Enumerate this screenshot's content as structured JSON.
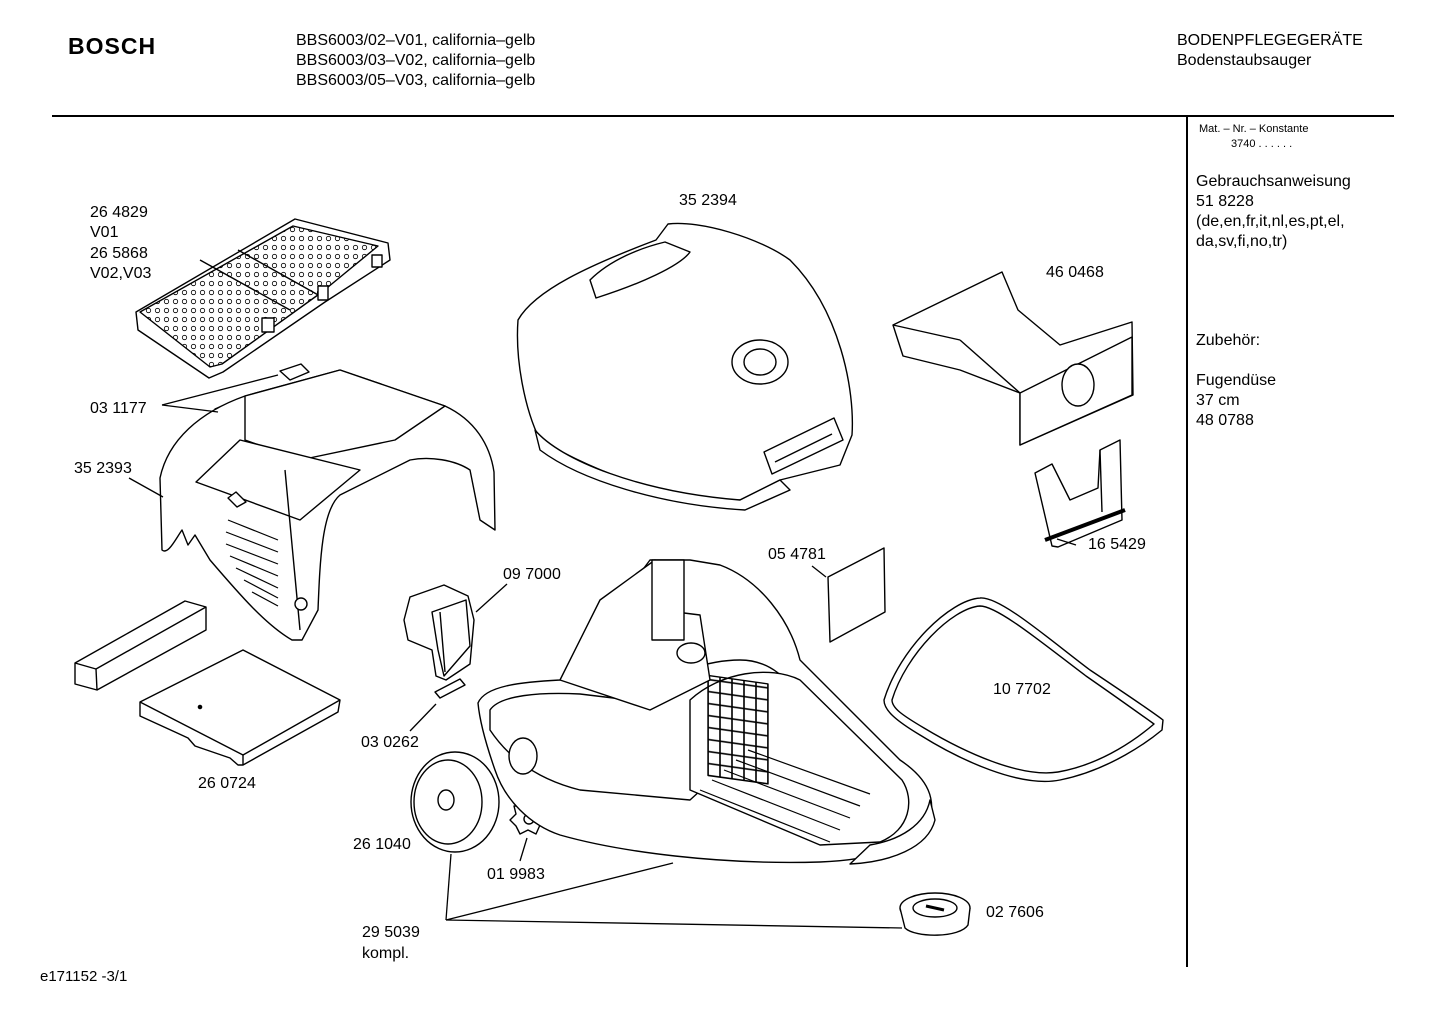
{
  "header": {
    "brand": "BOSCH",
    "models": [
      "BBS6003/02–V01, california–gelb",
      "BBS6003/03–V02, california–gelb",
      "BBS6003/05–V03, california–gelb"
    ],
    "category": "BODENPFLEGEGERÄTE",
    "subcategory": "Bodenstaubsauger"
  },
  "sidebar": {
    "mat_label": "Mat. – Nr. – Konstante",
    "mat_code": "3740  .  .  .  .  .  .",
    "manual": {
      "title": "Gebrauchsanweisung",
      "number": "51 8228",
      "languages_1": "(de,en,fr,it,nl,es,pt,el,",
      "languages_2": "da,sv,fi,no,tr)"
    },
    "accessories": {
      "title": "Zubehör:",
      "item_name": "Fugendüse",
      "item_size": "37 cm",
      "item_number": "48 0788"
    }
  },
  "parts": {
    "p264829": "26 4829",
    "v01": "V01",
    "p265868": "26 5868",
    "v02v03": "V02,V03",
    "p031177": "03 1177",
    "p352393": "35 2393",
    "p352394": "35 2394",
    "p460468": "46 0468",
    "p165429": "16 5429",
    "p054781": "05 4781",
    "p097000": "09 7000",
    "p030262": "03 0262",
    "p107702": "10 7702",
    "p260724": "26 0724",
    "p261040": "26 1040",
    "p019983": "01 9983",
    "p295039": "29 5039",
    "kompl": "kompl.",
    "p027606": "02 7606"
  },
  "footer": {
    "drawing_id": "e171152 -3/1"
  }
}
